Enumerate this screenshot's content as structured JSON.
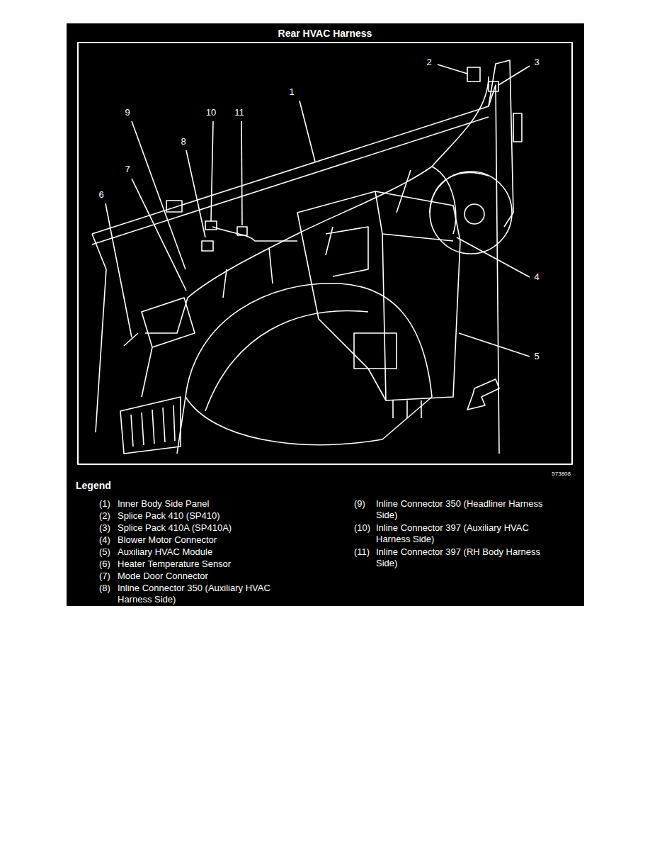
{
  "diagram": {
    "title": "Rear HVAC Harness",
    "labels": [
      "1",
      "2",
      "3",
      "4",
      "5",
      "6",
      "7",
      "8",
      "9",
      "10",
      "11",
      "573808",
      "Legend",
      "(1)",
      "Inner Body Side Panel",
      "(2)",
      "Splice Pack 410 (SP410)",
      "(3)",
      "Splice Pack 410A (SP410A)",
      "(4)",
      "Blower Motor Connector",
      "(5)",
      "Auxiliary HVAC Module",
      "(6)",
      "Heater Temperature Sensor",
      "(7)",
      "Mode Door Connector",
      "(8)",
      "Inline Connector 350 (Auxiliary HVAC Harness Side)",
      "(9)",
      "Inline Connector 350 (Headliner Harness Side)",
      "(10)",
      "Inline Connector 397 (Auxiliary HVAC Harness Side)",
      "(11)",
      "Inline Connector 397 (RH Body Harness Side)"
    ]
  }
}
